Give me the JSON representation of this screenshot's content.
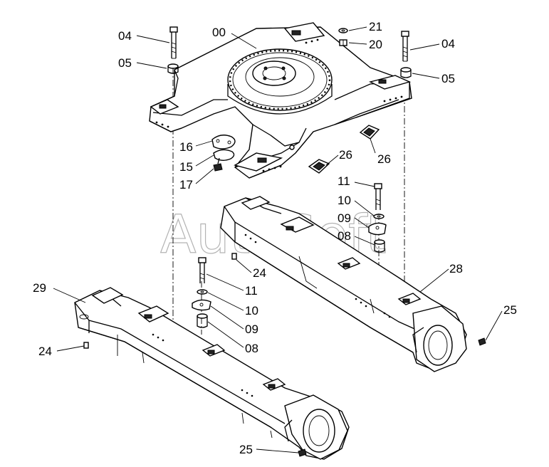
{
  "watermark": "AutoSoft",
  "labels": {
    "p00": "00",
    "p04_left": "04",
    "p04_right": "04",
    "p05_left": "05",
    "p05_right": "05",
    "p08_upper": "08",
    "p08_lower": "08",
    "p09_upper": "09",
    "p09_lower": "09",
    "p10_upper": "10",
    "p10_lower": "10",
    "p11_upper": "11",
    "p11_lower": "11",
    "p15": "15",
    "p16": "16",
    "p17": "17",
    "p20": "20",
    "p21": "21",
    "p24_upper": "24",
    "p24_lower": "24",
    "p25_right": "25",
    "p25_bottom": "25",
    "p26_left": "26",
    "p26_right": "26",
    "p28": "28",
    "p29": "29"
  }
}
